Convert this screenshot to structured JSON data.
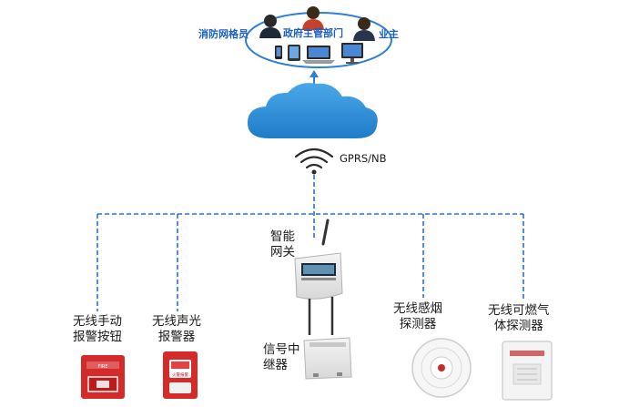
{
  "top": {
    "roles": [
      {
        "id": "grid",
        "label": "消防网格员"
      },
      {
        "id": "gov",
        "label": "政府主管部门"
      },
      {
        "id": "owner",
        "label": "业主"
      }
    ]
  },
  "network": {
    "link_label": "GPRS/NB"
  },
  "gateway": {
    "label_line1": "智能",
    "label_line2": "网关"
  },
  "devices": [
    {
      "id": "button",
      "line1": "无线手动",
      "line2": "报警按钮",
      "panel_text": "FIRE"
    },
    {
      "id": "alarm",
      "line1": "无线声光",
      "line2": "报警器",
      "panel_text": "火警报警"
    },
    {
      "id": "repeater",
      "line1": "信号中",
      "line2": "继器"
    },
    {
      "id": "smoke",
      "line1": "无线感烟",
      "line2": "探测器"
    },
    {
      "id": "gas",
      "line1": "无线可燃气",
      "line2": "体探测器"
    }
  ],
  "colors": {
    "accent_blue": "#1a5fc4",
    "cloud_blue": "#2c8fd8",
    "dash_blue": "#2d6fd0",
    "device_red": "#d42a2a"
  }
}
